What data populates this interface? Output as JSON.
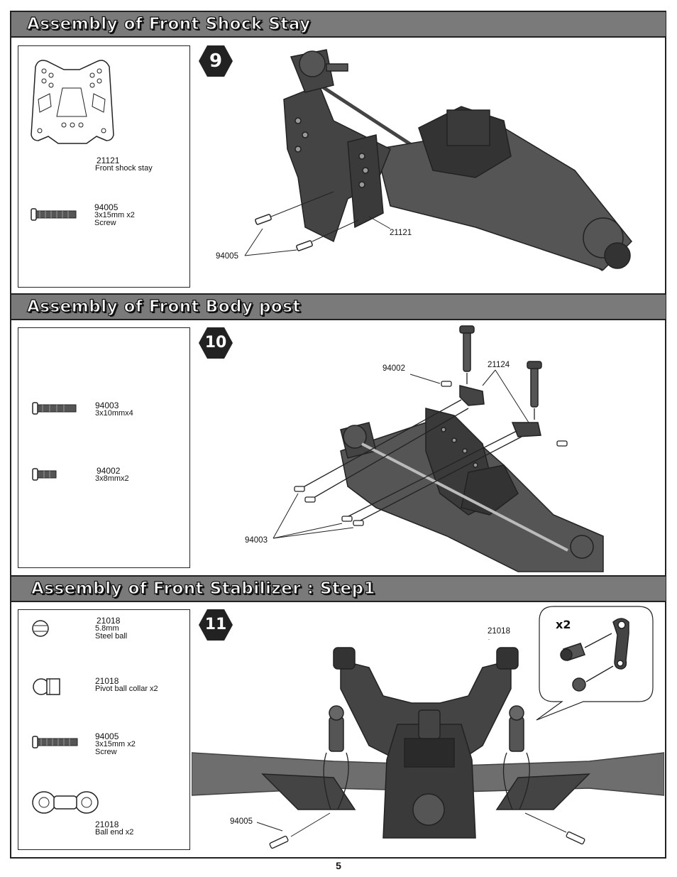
{
  "sections": [
    {
      "title": "Assembly of Front Shock Stay",
      "step": "9",
      "parts": [
        {
          "id": "21121",
          "desc": "Front shock stay"
        },
        {
          "id": "94005",
          "size": "3x15mm x2",
          "desc": "Screw"
        }
      ],
      "callouts": [
        "21121",
        "94005"
      ]
    },
    {
      "title": "Assembly of Front Body post",
      "step": "10",
      "parts": [
        {
          "id": "94003",
          "size": "3x10mmx4"
        },
        {
          "id": "94002",
          "size": "3x8mmx2"
        }
      ],
      "callouts": [
        "94002",
        "21124",
        "94003"
      ]
    },
    {
      "title": "Assembly of Front Stabilizer : Step1",
      "step": "11",
      "parts": [
        {
          "id": "21018",
          "size": "5.8mm",
          "desc": "Steel ball"
        },
        {
          "id": "21018",
          "desc": "Pivot ball collar x2"
        },
        {
          "id": "94005",
          "size": "3x15mm x2",
          "desc": "Screw"
        },
        {
          "id": "21018",
          "desc": "Ball end x2"
        }
      ],
      "callouts": [
        "21018",
        "94005"
      ],
      "inset_qty": "x2"
    }
  ],
  "page_number": "5"
}
